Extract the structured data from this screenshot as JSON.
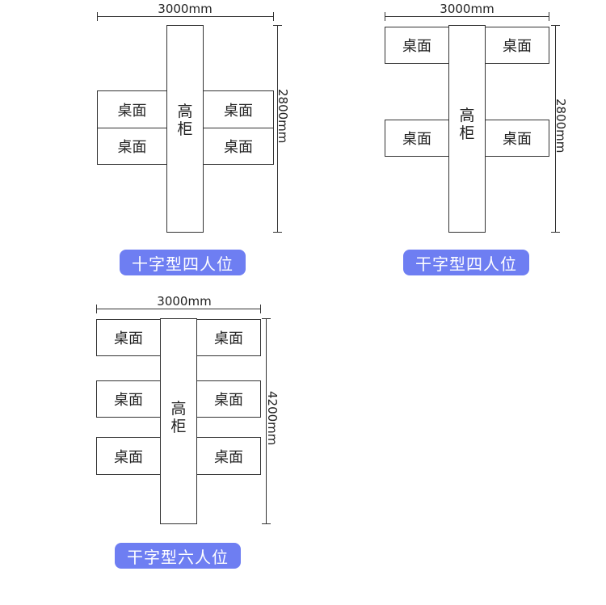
{
  "desk": "桌面",
  "cabinet": "高柜",
  "diagrams": [
    {
      "width": "3000mm",
      "height": "2800mm",
      "label": "十字型四人位"
    },
    {
      "width": "3000mm",
      "height": "2800mm",
      "label": "干字型四人位"
    },
    {
      "width": "3000mm",
      "height": "4200mm",
      "label": "干字型六人位"
    }
  ],
  "colors": {
    "pill": "#6e7ef2",
    "line": "#333333"
  }
}
